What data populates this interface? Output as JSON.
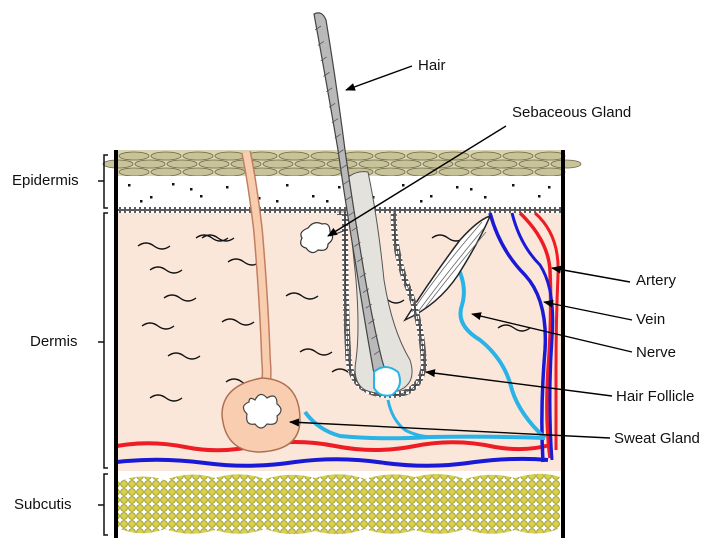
{
  "layers": {
    "epidermis": "Epidermis",
    "dermis": "Dermis",
    "subcutis": "Subcutis"
  },
  "structures": {
    "hair": "Hair",
    "sebaceous_gland": "Sebaceous Gland",
    "artery": "Artery",
    "vein": "Vein",
    "nerve": "Nerve",
    "hair_follicle": "Hair Follicle",
    "sweat_gland": "Sweat Gland"
  },
  "colors": {
    "epidermis_cells": "#c9c39a",
    "dermis": "#fbe6da",
    "subcutis_fat": "#d8d24a",
    "artery": "#ee1c24",
    "vein": "#1a1ad6",
    "nerve": "#29b3e6",
    "sweat_gland": "#f9cdb0",
    "hair": "#b9b9b9"
  }
}
